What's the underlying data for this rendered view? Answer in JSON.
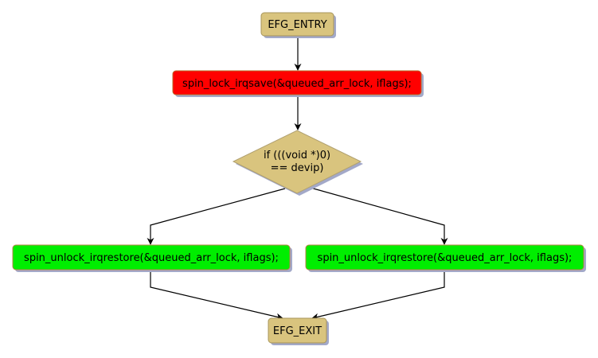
{
  "diagram": {
    "type": "control-flow-graph",
    "colors": {
      "terminal_fill": "#d9c47e",
      "terminal_stroke": "#a8955a",
      "lock_fill": "#ff0000",
      "lock_stroke": "#b86b2a",
      "unlock_fill": "#00ee00",
      "unlock_stroke": "#b8844a",
      "decision_fill": "#d9c47e",
      "decision_stroke": "#b0a070",
      "shadow": "#a3a9c9",
      "edge": "#000000"
    },
    "nodes": [
      {
        "id": "entry",
        "kind": "terminal",
        "label": "EFG_ENTRY"
      },
      {
        "id": "lock",
        "kind": "statement",
        "label": "spin_lock_irqsave(&queued_arr_lock, iflags);"
      },
      {
        "id": "cond",
        "kind": "decision",
        "label_lines": [
          "if (((void *)0)",
          "== devip)"
        ]
      },
      {
        "id": "unlock_left",
        "kind": "statement",
        "label": "spin_unlock_irqrestore(&queued_arr_lock, iflags);"
      },
      {
        "id": "unlock_right",
        "kind": "statement",
        "label": "spin_unlock_irqrestore(&queued_arr_lock, iflags);"
      },
      {
        "id": "exit",
        "kind": "terminal",
        "label": "EFG_EXIT"
      }
    ],
    "edges": [
      {
        "from": "entry",
        "to": "lock"
      },
      {
        "from": "lock",
        "to": "cond"
      },
      {
        "from": "cond",
        "to": "unlock_left"
      },
      {
        "from": "cond",
        "to": "unlock_right"
      },
      {
        "from": "unlock_left",
        "to": "exit"
      },
      {
        "from": "unlock_right",
        "to": "exit"
      }
    ]
  }
}
